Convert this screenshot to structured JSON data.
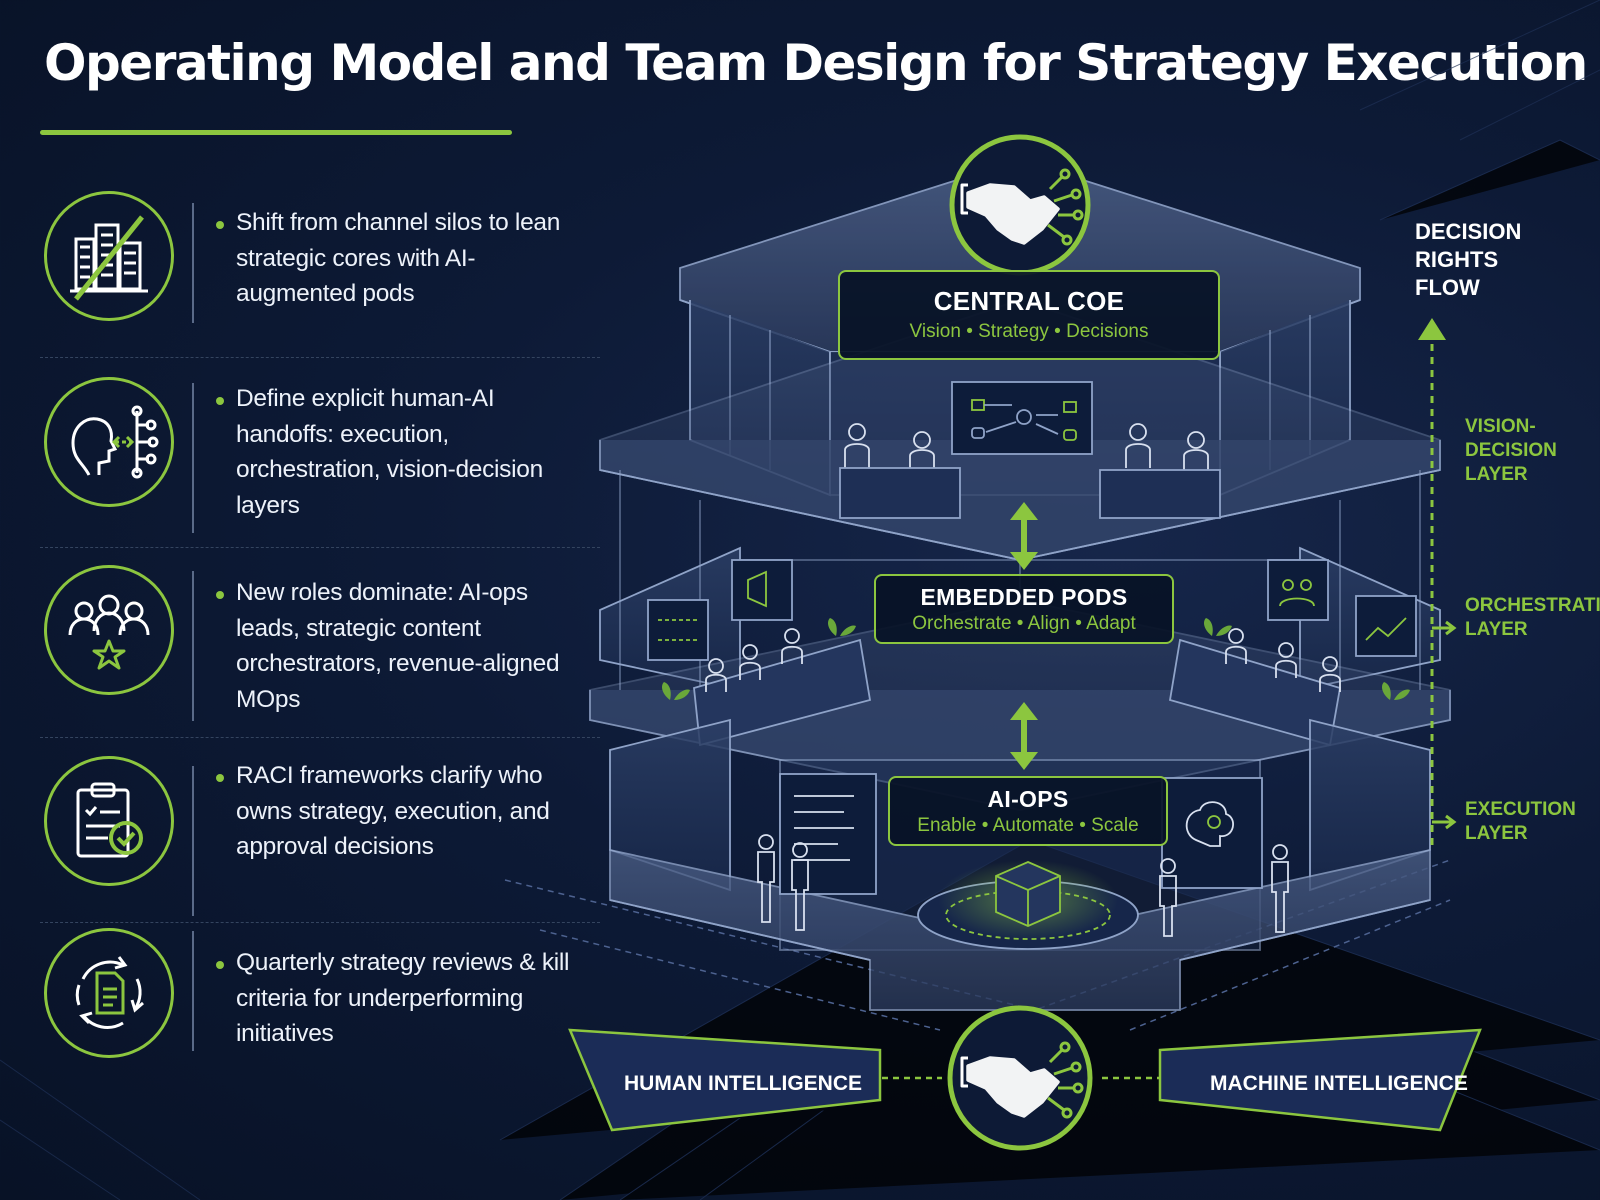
{
  "title": "Operating Model and Team Design for Strategy Execution",
  "colors": {
    "accent": "#8cc63f",
    "background": "#0b1730",
    "building_lines": "#8fa3c8",
    "text": "#ffffff"
  },
  "left_items": [
    {
      "icon": "buildings-crossed-icon",
      "text": "Shift from channel silos to lean strategic cores with AI-augmented pods"
    },
    {
      "icon": "human-ai-handoff-icon",
      "text": "Define explicit human-AI handoffs: execution, orchestration, vision-decision layers"
    },
    {
      "icon": "team-star-icon",
      "text": "New roles dominate: AI-ops leads, strategic content orchestrators, revenue-aligned MOps"
    },
    {
      "icon": "clipboard-check-icon",
      "text": "RACI frameworks clarify who owns strategy, execution, and approval decisions"
    },
    {
      "icon": "cycle-document-icon",
      "text": "Quarterly strategy reviews & kill criteria for underperforming initiatives"
    }
  ],
  "layers": {
    "central": {
      "title": "CENTRAL COE",
      "subtitle": "Vision • Strategy • Decisions"
    },
    "pods": {
      "title": "EMBEDDED PODS",
      "subtitle": "Orchestrate • Align • Adapt"
    },
    "aiops": {
      "title": "AI-OPS",
      "subtitle": "Enable • Automate • Scale"
    }
  },
  "flow": {
    "title": "DECISION\nRIGHTS\nFLOW",
    "layers": [
      "VISION-\nDECISION\nLAYER",
      "ORCHESTRATION\nLAYER",
      "EXECUTION\nLAYER"
    ]
  },
  "intelligence": {
    "human": "HUMAN INTELLIGENCE",
    "machine": "MACHINE INTELLIGENCE"
  }
}
